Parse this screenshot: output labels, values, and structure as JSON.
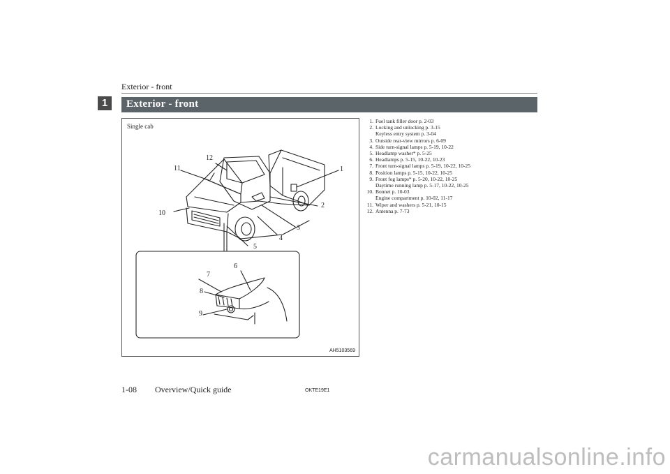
{
  "header": {
    "running_title": "Exterior - front",
    "chapter_number": "1",
    "section_title": "Exterior - front"
  },
  "figure": {
    "caption": "Single cab",
    "code": "AH5103569",
    "callouts": [
      "1",
      "2",
      "3",
      "4",
      "5",
      "6",
      "7",
      "8",
      "9",
      "10",
      "11",
      "12"
    ]
  },
  "legend": [
    {
      "num": "1.",
      "lines": [
        "Fuel tank filler door p. 2-03"
      ]
    },
    {
      "num": "2.",
      "lines": [
        "Locking and unlocking p. 3-15",
        "Keyless entry system p. 3-04"
      ]
    },
    {
      "num": "3.",
      "lines": [
        "Outside rear-view mirrors p. 6-09"
      ]
    },
    {
      "num": "4.",
      "lines": [
        "Side turn-signal lamps p. 5-19, 10-22"
      ]
    },
    {
      "num": "5.",
      "lines": [
        "Headlamp washer* p. 5-25"
      ]
    },
    {
      "num": "6.",
      "lines": [
        "Headlamps p. 5-15, 10-22, 10-23"
      ]
    },
    {
      "num": "7.",
      "lines": [
        "Front turn-signal lamps p. 5-19, 10-22, 10-25"
      ]
    },
    {
      "num": "8.",
      "lines": [
        "Position lamps p. 5-15, 10-22, 10-25"
      ]
    },
    {
      "num": "9.",
      "lines": [
        "Front fog lamps* p. 5-20, 10-22, 10-25",
        "Daytime running lamp p. 5-17, 10-22, 10-25"
      ]
    },
    {
      "num": "10.",
      "lines": [
        "Bonnet p. 10-03",
        "Engine compartment p. 10-02, 11-17"
      ]
    },
    {
      "num": "11.",
      "lines": [
        "Wiper and washers p. 5-21, 10-15"
      ]
    },
    {
      "num": "12.",
      "lines": [
        "Antenna p. 7-73"
      ]
    }
  ],
  "footer": {
    "page_number": "1-08",
    "chapter_title": "Overview/Quick guide",
    "doc_code": "OKTE19E1"
  },
  "watermark": "carmanualsonline.info"
}
